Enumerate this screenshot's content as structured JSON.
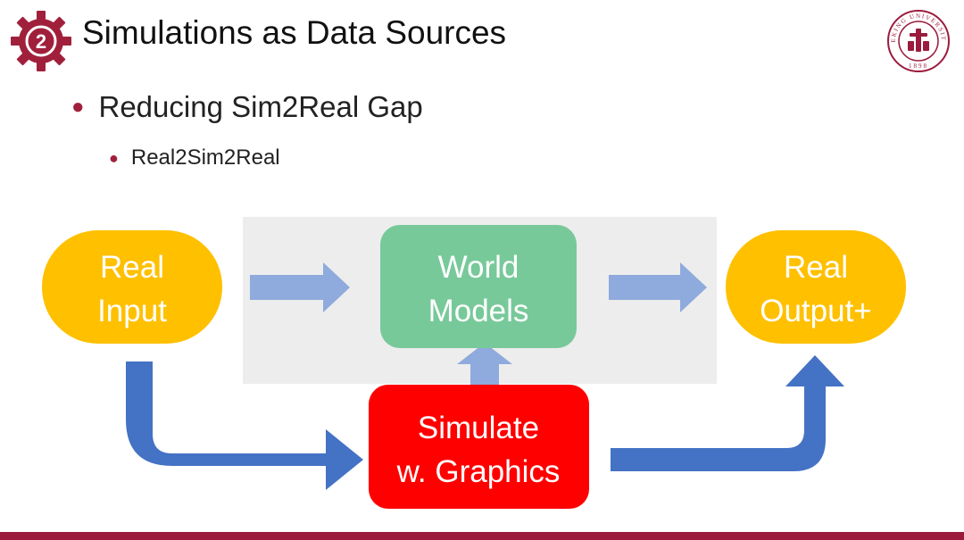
{
  "header": {
    "title": "Simulations as Data Sources",
    "badge_number": "2",
    "logo_top_text": "PEKING UNIVERSITY",
    "logo_year": "1898"
  },
  "bullets": {
    "level1": "Reducing Sim2Real Gap",
    "level2": "Real2Sim2Real"
  },
  "diagram": {
    "nodes": {
      "real_input": {
        "line1": "Real",
        "line2": "Input"
      },
      "world_models": {
        "line1": "World",
        "line2": "Models"
      },
      "real_output": {
        "line1": "Real",
        "line2": "Output+"
      },
      "simulate": {
        "line1": "Simulate",
        "line2": "w. Graphics"
      }
    }
  },
  "colors": {
    "accent": "#9b1b3d",
    "node_yellow": "#ffc000",
    "node_green": "#78c99a",
    "node_red": "#ff0000",
    "arrow_blue": "#4472c4",
    "arrow_light_blue": "#8faadc",
    "panel_gray": "#ededed"
  }
}
